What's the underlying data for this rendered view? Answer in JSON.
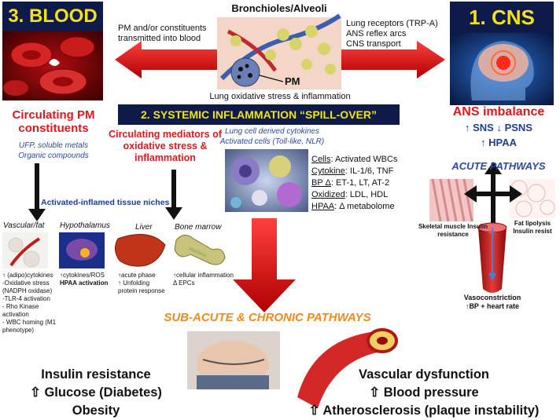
{
  "top": {
    "bronchioles_title": "Bronchioles/Alveoli",
    "pm_label": "PM",
    "lung_caption": "Lung oxidative stress & inflammation",
    "left_arrow_text": "PM and/or constituents transmitted into blood",
    "right_arrow_text_1": "Lung receptors (TRP-A)",
    "right_arrow_text_2": "ANS reflex arcs",
    "right_arrow_text_3": "CNS transport"
  },
  "blood": {
    "title": "3. BLOOD",
    "heading": "Circulating PM constituents",
    "sub1": "UFP, soluble metals",
    "sub2": "Organic compounds"
  },
  "cns": {
    "title": "1. CNS",
    "heading": "ANS imbalance",
    "line1": "↑ SNS ↓ PSNS",
    "line2": "↑ HPAA",
    "acute": "ACUTE PATHWAYS",
    "skeletal": "Skeletal muscle Insulin resistance",
    "fat": "Fat lipolysis Insulin resist",
    "vaso1": "Vasoconstriction",
    "vaso2": "↑BP + heart rate"
  },
  "systemic": {
    "title": "2. SYSTEMIC INFLAMMATION “SPILL-OVER”",
    "cytokines1": "Lung cell derived cytokines",
    "cytokines2": "Activated cells (Toll-like, NLR)",
    "mediators": "Circulating mediators of oxidative stress & inflammation",
    "niches": "Activated-inflamed tissue niches",
    "list": [
      {
        "k": "Cells",
        "v": ": Activated WBCs"
      },
      {
        "k": "Cytokine",
        "v": ": IL-1/6, TNF"
      },
      {
        "k": "BP Δ",
        "v": ": ET-1, LT, AT-2"
      },
      {
        "k": "Oxidized",
        "v": ": LDL, HDL"
      },
      {
        "k": "HPAA",
        "v": ": Δ metabolome"
      }
    ]
  },
  "tissues": {
    "vascular": {
      "title": "Vascular/fat",
      "lines": [
        "↑ (adipo)cytokines",
        "-Oxidative stress",
        "(NADPH oxidase)",
        "-TLR-4 activation",
        "- Rho Kinase activation",
        "- WBC homing (M1 phenotype)"
      ]
    },
    "hypothalamus": {
      "title": "Hypothalamus",
      "line1": "↑cytokines/ROS",
      "line2": "HPAA activation"
    },
    "liver": {
      "title": "Liver",
      "lines": [
        "↑acute phase",
        "↑ Unfolding",
        "protein response"
      ]
    },
    "marrow": {
      "title": "Bone marrow",
      "lines": [
        "↑cellular inflammation",
        "Δ EPCs"
      ]
    }
  },
  "chronic": {
    "title": "SUB-ACUTE & CHRONIC PATHWAYS",
    "left1": "Insulin resistance",
    "left2": "⇧ Glucose (Diabetes)",
    "left3": "Obesity",
    "right1": "Vascular dysfunction",
    "right2": "⇧ Blood pressure",
    "right3": "⇧ Atherosclerosis (plaque instability)"
  },
  "colors": {
    "navy": "#0d1a4a",
    "yellow": "#f3e21b",
    "red": "#e3161e",
    "blue": "#2b4aa0"
  }
}
